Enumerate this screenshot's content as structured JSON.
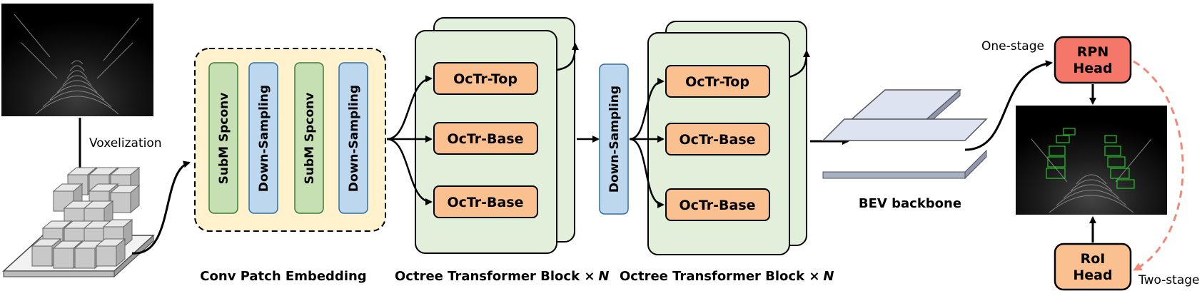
{
  "labels": {
    "voxelization": "Voxelization",
    "conv_patch_embedding": "Conv Patch Embedding",
    "octree_block": "Octree Transformer Block ×",
    "octree_block_n": "N",
    "bev_backbone": "BEV backbone",
    "one_stage": "One-stage",
    "two_stage": "Two-stage"
  },
  "embedding_layers": [
    "SubM Spconv",
    "Down-Sampling",
    "SubM Spconv",
    "Down-Sampling"
  ],
  "octree_block_1": [
    "OcTr-Top",
    "OcTr-Base",
    "OcTr-Base"
  ],
  "middle_downsampling": "Down-Sampling",
  "octree_block_2": [
    "OcTr-Top",
    "OcTr-Base",
    "OcTr-Base"
  ],
  "heads": {
    "rpn_line1": "RPN",
    "rpn_line2": "Head",
    "roi_line1": "RoI",
    "roi_line2": "Head"
  },
  "colors": {
    "green_fill": "#c6e0b4",
    "blue_fill": "#bdd7ee",
    "orange_fill": "#fac090",
    "red_fill": "#f4776a",
    "block_fill": "#e2efda",
    "embed_fill": "#fff2cc",
    "dashed_arrow": "#f08a78"
  }
}
